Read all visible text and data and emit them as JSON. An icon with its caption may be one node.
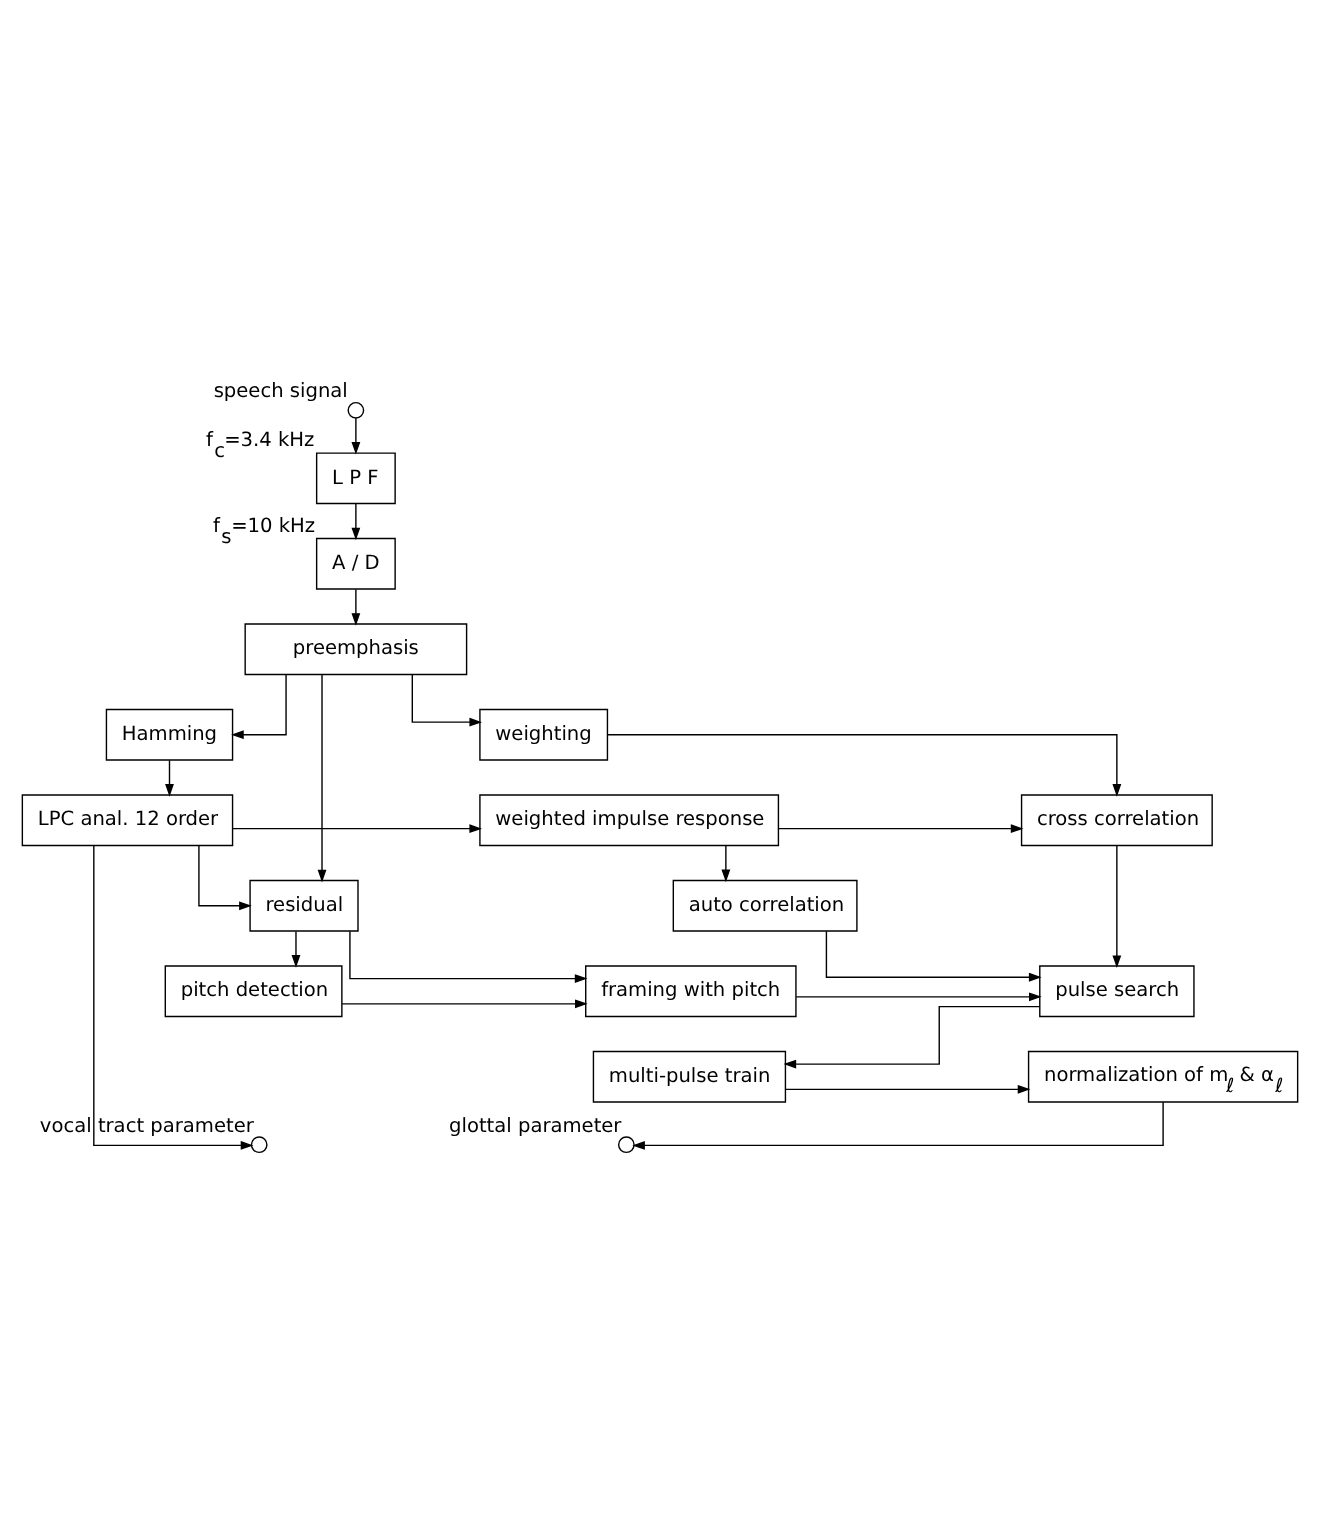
{
  "diagram": {
    "nodes": [
      {
        "text": [],
        "shape": "circle",
        "beside": [
          "speech signal"
        ]
      },
      {
        "text": [
          "L P F"
        ],
        "beside": [
          "f$_{c}$=3.4 kHz"
        ]
      },
      {
        "text": [
          "A / D"
        ],
        "beside": [
          "f$_{s}$=10 kHz"
        ]
      },
      {
        "text": [
          "preemphasis"
        ]
      },
      {
        "text": [
          "weighting"
        ]
      },
      {
        "text": [
          "Hamming"
        ]
      },
      {
        "text": [
          "LPC anal. 12 order"
        ]
      },
      {
        "text": [
          "weighted impulse response"
        ]
      },
      {
        "text": [
          "cross correlation"
        ]
      },
      {
        "text": [
          "auto correlation"
        ]
      },
      {
        "text": [
          "residual"
        ]
      },
      {
        "text": [
          "pitch detection"
        ]
      },
      {
        "text": [
          "framing with pitch"
        ]
      },
      {
        "text": [
          "pulse search"
        ]
      },
      {
        "text": [
          "normalization of m$_{ℓ}$ & α$_{ℓ}$"
        ]
      },
      {
        "text": [
          "multi-pulse train"
        ]
      },
      {
        "text": [],
        "shape": "circle",
        "beside": [
          "vocal tract parameter"
        ]
      },
      {
        "text": [],
        "shape": "circle",
        "beside": [
          "glottal parameter"
        ]
      }
    ],
    "edges": [
      {
        "from": 0,
        "to": 1,
        "arrow": "to"
      },
      {
        "from": 1,
        "to": 2,
        "arrow": "to"
      },
      {
        "from": 2,
        "to": 3,
        "arrow": "to"
      },
      {
        "from": 3,
        "to": 4,
        "arrow": "to"
      },
      {
        "from": 3,
        "to": 5,
        "arrow": "to"
      },
      {
        "from": 3,
        "to": 10,
        "arrow": "to"
      },
      {
        "from": 5,
        "to": 6,
        "arrow": "to"
      },
      {
        "from": 6,
        "to": 7,
        "arrow": "to"
      },
      {
        "from": 7,
        "to": 8,
        "arrow": "to"
      },
      {
        "from": 4,
        "to": 8,
        "arrow": "to"
      },
      {
        "from": 7,
        "to": 9,
        "arrow": "to"
      },
      {
        "from": 6,
        "to": 10,
        "arrow": "to"
      },
      {
        "from": 6,
        "to": 16,
        "arrow": "to"
      },
      {
        "from": 10,
        "to": 12,
        "arrow": "to"
      },
      {
        "from": 10,
        "to": 11,
        "arrow": "to"
      },
      {
        "from": 11,
        "to": 12,
        "arrow": "to"
      },
      {
        "from": 9,
        "to": 13,
        "arrow": "to"
      },
      {
        "from": 8,
        "to": 13,
        "arrow": "to"
      },
      {
        "from": 12,
        "to": 13,
        "arrow": "to"
      },
      {
        "from": 13,
        "to": 15,
        "arrow": "to"
      },
      {
        "from": 15,
        "to": 14,
        "arrow": "to"
      },
      {
        "from": 14,
        "to": 17,
        "arrow": "to"
      }
    ]
  }
}
